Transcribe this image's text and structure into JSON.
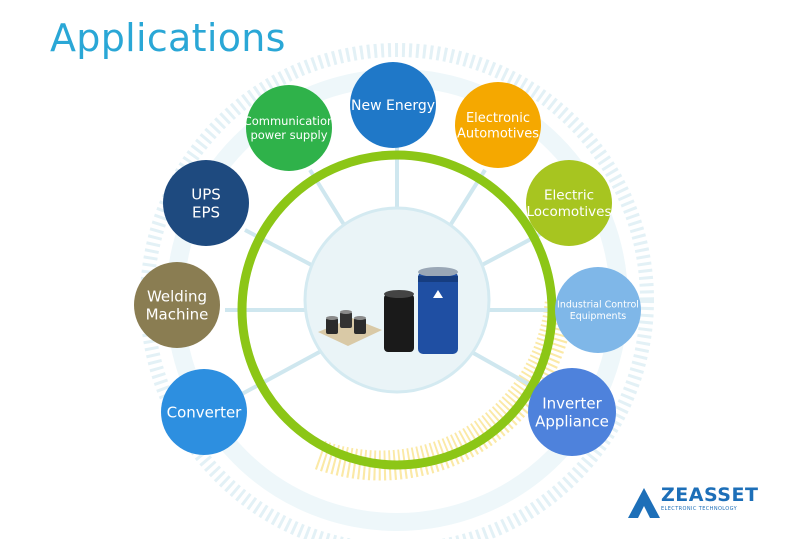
{
  "title": "Applications",
  "nodes": [
    {
      "label": "New Energy",
      "color": "#1f78c8"
    },
    {
      "label": "Communication\npower supply",
      "color": "#2fb24a"
    },
    {
      "label": "Electronic\nAutomotives",
      "color": "#f5a800"
    },
    {
      "label": "UPS\nEPS",
      "color": "#1e4a7f"
    },
    {
      "label": "Electric\nLocomotives",
      "color": "#a7c520"
    },
    {
      "label": "Welding\nMachine",
      "color": "#8a7d52"
    },
    {
      "label": "Industrial Control\nEquipments",
      "color": "#7fb7e8"
    },
    {
      "label": "Converter",
      "color": "#2d8fe0"
    },
    {
      "label": "Inverter\nAppliance",
      "color": "#4e82dc"
    }
  ],
  "center": {
    "ring_color": "#8cc616",
    "spoke_color": "#cfe7ef",
    "product": "capacitor-products-image"
  },
  "logo": {
    "name": "ZEASSET",
    "tagline": "ELECTRONIC TECHNOLOGY",
    "color": "#1d6fb8"
  }
}
